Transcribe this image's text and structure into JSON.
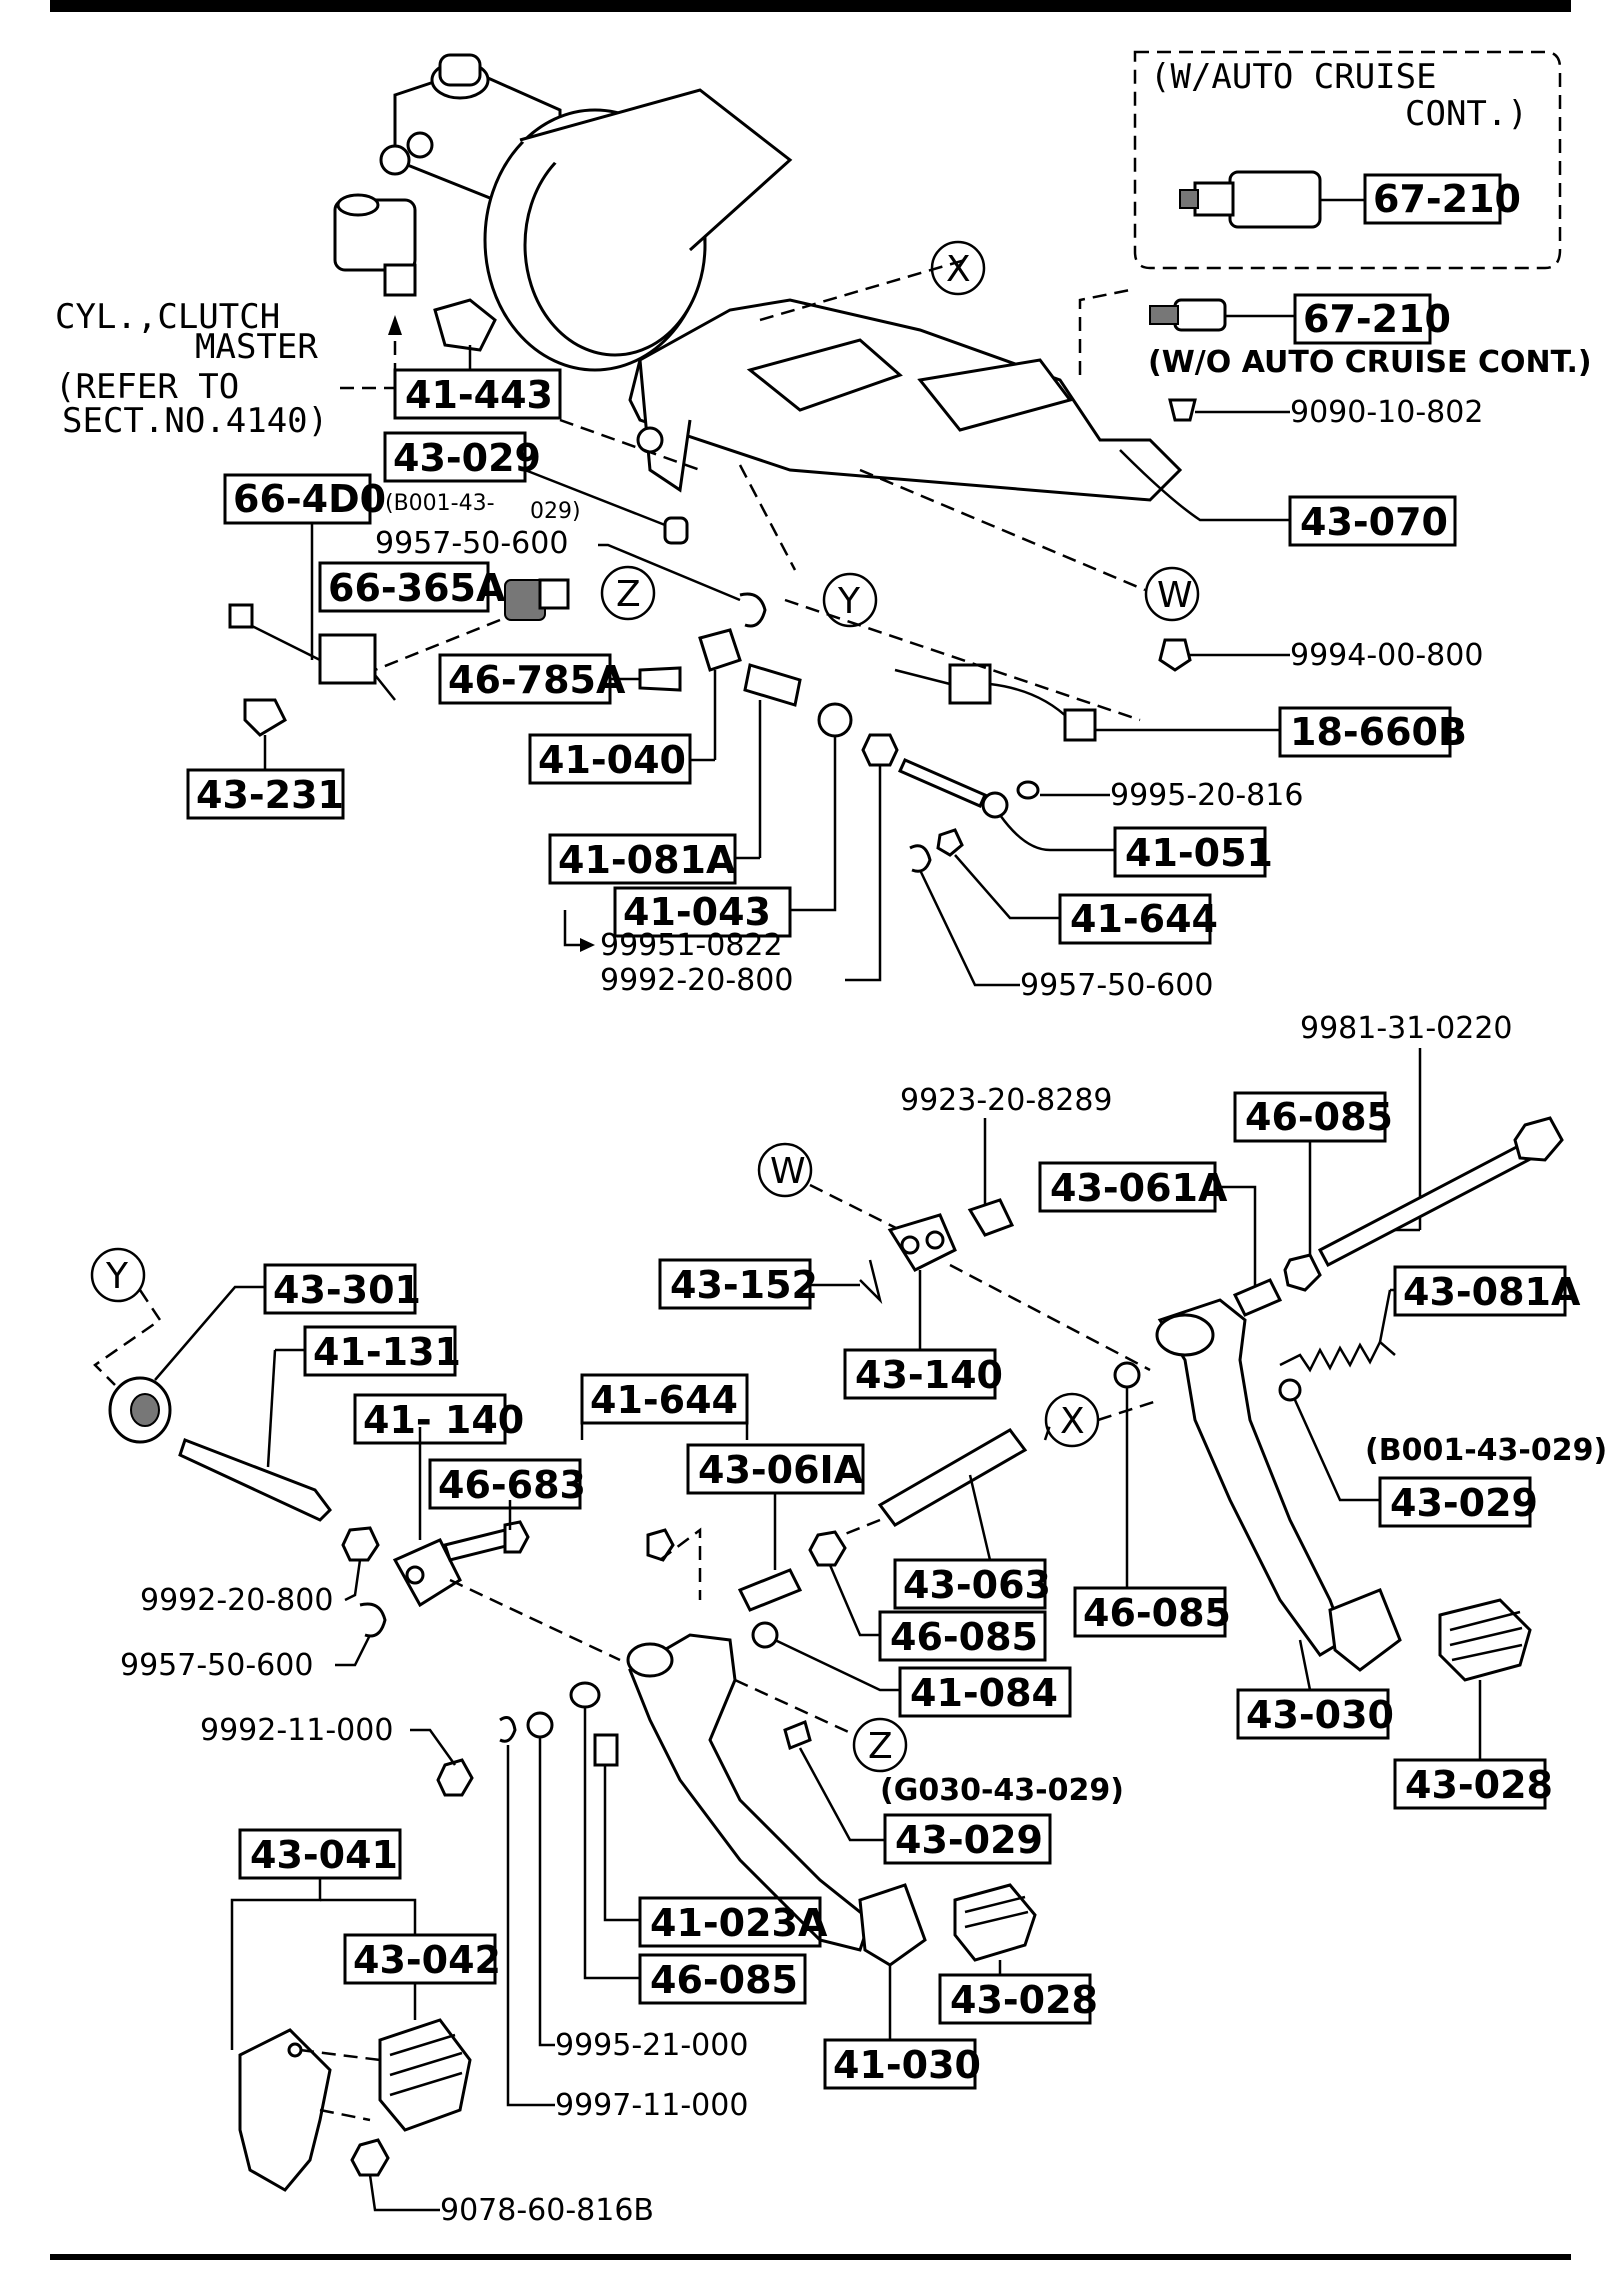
{
  "title": "",
  "notes": {
    "w_auto_cruise_line1": "(W/AUTO CRUISE",
    "w_auto_cruise_line2": "CONT.)",
    "wo_auto_cruise": "(W/O AUTO CRUISE CONT.)",
    "clutch_master_line1": "CYL.,CLUTCH",
    "clutch_master_line2": "MASTER",
    "refer_line1": "(REFER TO",
    "refer_line2": "SECT.NO.4140)",
    "b001_sub_top_a": "(B001-43-",
    "b001_sub_top_b": "029)",
    "b001_sub_right": "(B001-43-029)",
    "g030_sub": "(G030-43-029)"
  },
  "markers": {
    "x": "X",
    "y": "Y",
    "z": "Z",
    "w": "W"
  },
  "boxed_parts": {
    "p67_210_inset": "67-210",
    "p67_210": "67-210",
    "p41_443": "41-443",
    "p43_029_a": "43-029",
    "p66_4d0": "66-4D0",
    "p66_365a": "66-365A",
    "p43_070": "43-070",
    "p46_785a": "46-785A",
    "p18_660b": "18-660B",
    "p41_040": "41-040",
    "p43_231": "43-231",
    "p41_081a": "41-081A",
    "p41_051": "41-051",
    "p41_043": "41-043",
    "p41_644_a": "41-644",
    "p46_085_a": "46-085",
    "p43_061a_a": "43-061A",
    "p43_301": "43-301",
    "p43_152": "43-152",
    "p43_081a": "43-081A",
    "p41_131": "41-131",
    "p43_140": "43-140",
    "p41_140": "41- 140",
    "p41_644_b": "41-644",
    "p46_683": "46-683",
    "p43_061a_b": "43-06IA",
    "p43_029_b": "43-029",
    "p43_063": "43-063",
    "p46_085_b": "46-085",
    "p46_085_c": "46-085",
    "p41_084": "41-084",
    "p43_030": "43-030",
    "p43_028_a": "43-028",
    "p43_041": "43-041",
    "p43_029_c": "43-029",
    "p41_023a": "41-023A",
    "p43_042": "43-042",
    "p46_085_d": "46-085",
    "p43_028_b": "43-028",
    "p41_030": "41-030"
  },
  "ref_numbers": {
    "r9090_10_802": "9090-10-802",
    "r9957_50_600_a": "9957-50-600",
    "r9994_00_800": "9994-00-800",
    "r9995_20_816": "9995-20-816",
    "r99951_0822": "99951-0822",
    "r9992_20_800_a": "9992-20-800",
    "r9957_50_600_b": "9957-50-600",
    "r9981_31_0220": "9981-31-0220",
    "r9923_20_8289": "9923-20-8289",
    "r9992_20_800_b": "9992-20-800",
    "r9957_50_600_c": "9957-50-600",
    "r9992_11_000": "9992-11-000",
    "r9995_21_000": "9995-21-000",
    "r9997_11_000": "9997-11-000",
    "r9078_60_816b": "9078-60-816B"
  }
}
